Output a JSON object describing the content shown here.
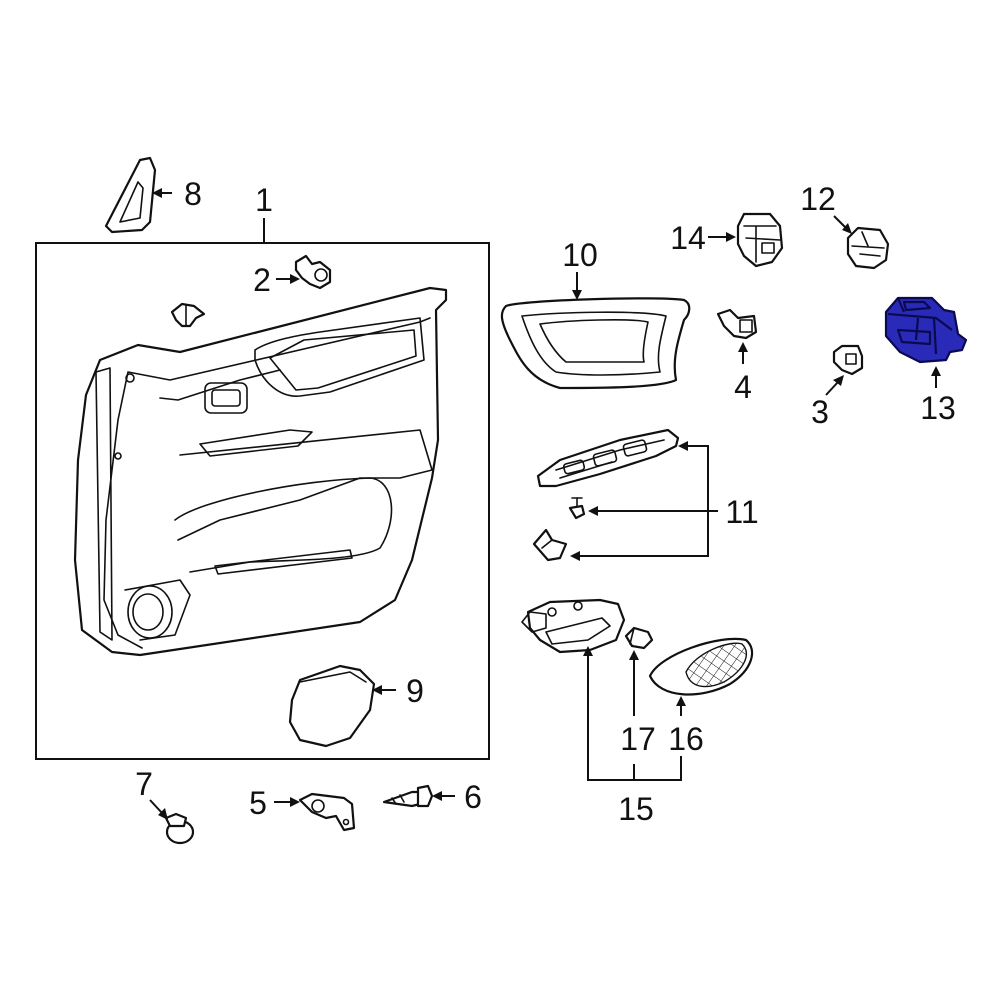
{
  "colors": {
    "line": "#111111",
    "background": "#ffffff",
    "highlight": "#2a2ab8"
  },
  "callouts": {
    "p1": "1",
    "p2": "2",
    "p3": "3",
    "p4": "4",
    "p5": "5",
    "p6": "6",
    "p7": "7",
    "p8": "8",
    "p9": "9",
    "p10": "10",
    "p11": "11",
    "p12": "12",
    "p13": "13",
    "p14": "14",
    "p15": "15",
    "p16": "16",
    "p17": "17"
  },
  "highlighted_part": "13"
}
